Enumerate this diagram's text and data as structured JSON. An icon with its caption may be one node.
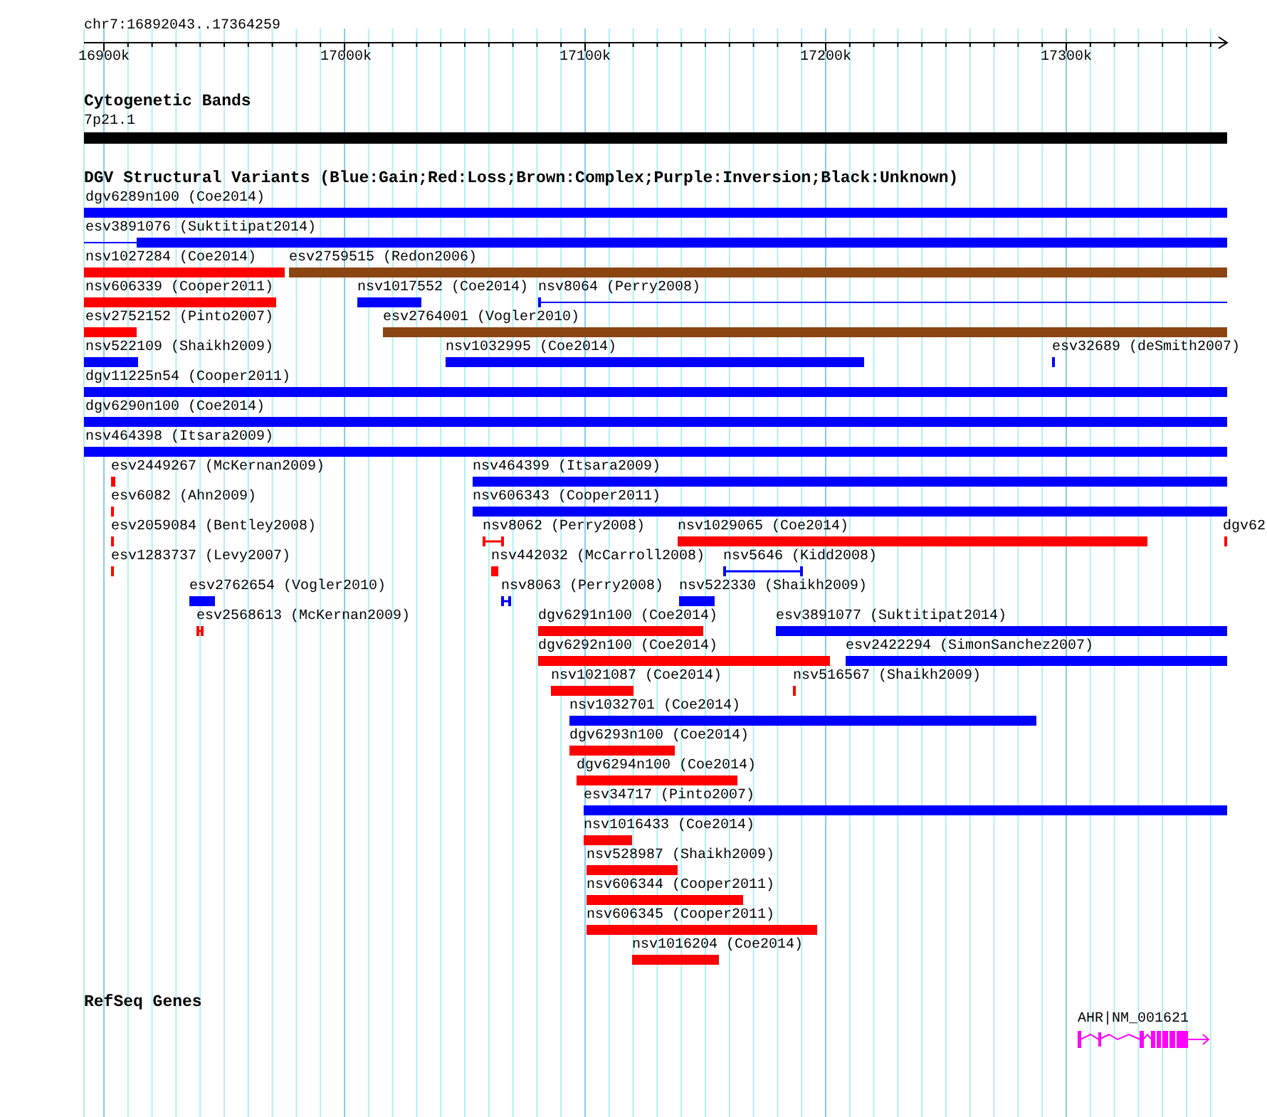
{
  "diagram": {
    "nodes": [
      {
        "text": [
          "dgv6289n100 (Coe2014)"
        ]
      },
      {
        "text": [
          "esv3891076 (Suktitipat2014)"
        ]
      },
      {
        "text": [
          "nsv1027284 (Coe2014)"
        ]
      },
      {
        "text": [
          "esv2759515 (Redon2006)"
        ]
      },
      {
        "text": [
          "nsv606339 (Cooper2011)"
        ]
      },
      {
        "text": [
          "nsv1017552 (Coe2014)"
        ]
      },
      {
        "text": [
          "nsv8064 (Perry2008)"
        ]
      },
      {
        "text": [
          "esv2752152 (Pinto2007)"
        ]
      },
      {
        "text": [
          "esv2764001 (Vogler2010)"
        ]
      },
      {
        "text": [
          "nsv522109 (Shaikh2009)"
        ]
      },
      {
        "text": [
          "nsv1032995 (Coe2014)"
        ]
      },
      {
        "text": [
          "esv32689 (deSmith2007)"
        ]
      },
      {
        "text": [
          "dgv11225n54 (Cooper2011)"
        ]
      },
      {
        "text": [
          "dgv6290n100 (Coe2014)"
        ]
      },
      {
        "text": [
          "nsv464398 (Itsara2009)"
        ]
      },
      {
        "text": [
          "esv2449267 (McKernan2009)"
        ]
      },
      {
        "text": [
          "nsv464399 (Itsara2009)"
        ]
      },
      {
        "text": [
          "esv6082 (Ahn2009)"
        ]
      },
      {
        "text": [
          "nsv606343 (Cooper2011)"
        ]
      },
      {
        "text": [
          "esv2059084 (Bentley2008)"
        ]
      },
      {
        "text": [
          "nsv8062 (Perry2008)"
        ]
      },
      {
        "text": [
          "nsv1029065 (Coe2014)"
        ]
      },
      {
        "text": [
          "dgv62"
        ]
      },
      {
        "text": [
          "esv1283737 (Levy2007)"
        ]
      },
      {
        "text": [
          "nsv442032 (McCarroll2008)"
        ]
      },
      {
        "text": [
          "nsv5646 (Kidd2008)"
        ]
      },
      {
        "text": [
          "esv2762654 (Vogler2010)"
        ]
      },
      {
        "text": [
          "nsv8063 (Perry2008)"
        ]
      },
      {
        "text": [
          "nsv522330 (Shaikh2009)"
        ]
      },
      {
        "text": [
          "esv2568613 (McKernan2009)"
        ]
      },
      {
        "text": [
          "dgv6291n100 (Coe2014)"
        ]
      },
      {
        "text": [
          "esv3891077 (Suktitipat2014)"
        ]
      },
      {
        "text": [
          "dgv6292n100 (Coe2014)"
        ]
      },
      {
        "text": [
          "esv2422294 (SimonSanchez2007)"
        ]
      },
      {
        "text": [
          "nsv1021087 (Coe2014)"
        ]
      },
      {
        "text": [
          "nsv516567 (Shaikh2009)"
        ]
      },
      {
        "text": [
          "nsv1032701 (Coe2014)"
        ]
      },
      {
        "text": [
          "dgv6293n100 (Coe2014)"
        ]
      },
      {
        "text": [
          "dgv6294n100 (Coe2014)"
        ]
      },
      {
        "text": [
          "esv34717 (Pinto2007)"
        ]
      },
      {
        "text": [
          "nsv1016433 (Coe2014)"
        ]
      },
      {
        "text": [
          "nsv528987 (Shaikh2009)"
        ]
      },
      {
        "text": [
          "nsv606344 (Cooper2011)"
        ]
      },
      {
        "text": [
          "nsv606345 (Cooper2011)"
        ]
      },
      {
        "text": [
          "nsv1016204 (Coe2014)"
        ]
      }
    ],
    "labels": [
      "chr7:16892043..17364259",
      "16900k",
      "17000k",
      "17100k",
      "17200k",
      "17300k",
      "Cytogenetic Bands",
      "7p21.1",
      "DGV Structural Variants (Blue:Gain;Red:Loss;Brown:Complex;Purple:Inversion;Black:Unknown)",
      "RefSeq Genes",
      "AHR|NM_001621"
    ]
  }
}
